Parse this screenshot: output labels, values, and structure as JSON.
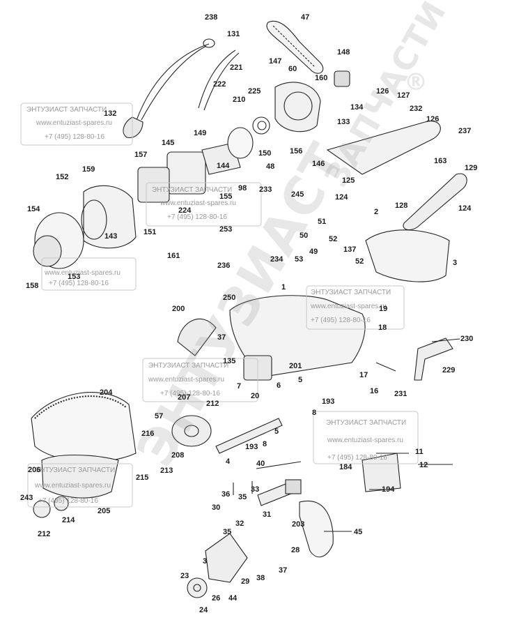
{
  "watermark": {
    "company": "ЭНТУЗИАСТ ЗАПЧАСТИ",
    "website": "www.entuziast-spares.ru",
    "phone": "+7 (495) 128-80-16",
    "big_text_top": "ЗАПЧАСТИ",
    "big_text_main": "ЭНТУЗИАСТ",
    "registered_mark": "®"
  },
  "part_numbers": [
    "238",
    "131",
    "47",
    "148",
    "147",
    "221",
    "60",
    "222",
    "225",
    "160",
    "210",
    "132",
    "126",
    "127",
    "232",
    "134",
    "133",
    "126",
    "237",
    "149",
    "145",
    "157",
    "150",
    "48",
    "156",
    "146",
    "163",
    "129",
    "152",
    "159",
    "144",
    "125",
    "98",
    "233",
    "245",
    "155",
    "154",
    "224",
    "124",
    "128",
    "124",
    "151",
    "2",
    "253",
    "161",
    "143",
    "51",
    "50",
    "52",
    "49",
    "137",
    "52",
    "236",
    "234",
    "53",
    "3",
    "158",
    "153",
    "1",
    "250",
    "19",
    "200",
    "18",
    "37",
    "135",
    "201",
    "17",
    "16",
    "230",
    "229",
    "231",
    "204",
    "207",
    "212",
    "57",
    "5",
    "6",
    "193",
    "8",
    "7",
    "20",
    "216",
    "208",
    "213",
    "215",
    "206",
    "4",
    "193",
    "8",
    "5",
    "11",
    "12",
    "184",
    "194",
    "40",
    "243",
    "36",
    "33",
    "35",
    "214",
    "205",
    "30",
    "212",
    "32",
    "31",
    "203",
    "45",
    "35",
    "28",
    "3",
    "29",
    "38",
    "37",
    "23",
    "26",
    "44",
    "24"
  ]
}
